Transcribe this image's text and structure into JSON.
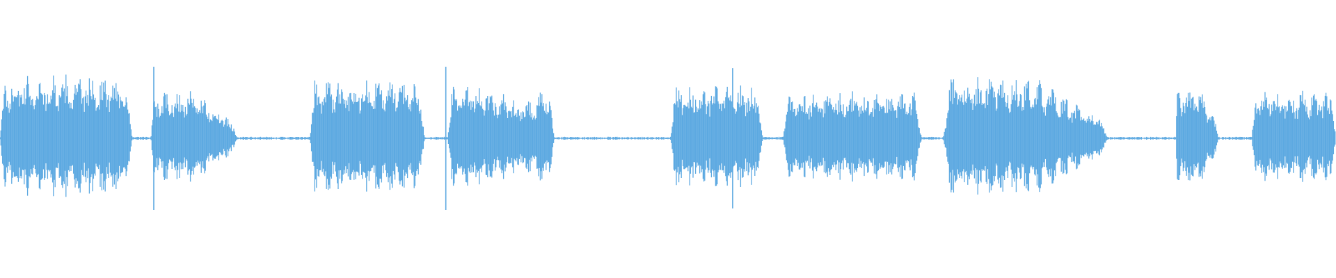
{
  "waveform": {
    "color": "#5DA9E1",
    "background": "#FFFFFF",
    "segments": [
      {
        "start": 0.0,
        "end": 0.099,
        "amp": 0.78,
        "shape": "sustain"
      },
      {
        "start": 0.113,
        "end": 0.178,
        "amp": 0.58,
        "shape": "decay"
      },
      {
        "start": 0.232,
        "end": 0.318,
        "amp": 0.74,
        "shape": "sustain"
      },
      {
        "start": 0.335,
        "end": 0.415,
        "amp": 0.7,
        "shape": "swell-decay"
      },
      {
        "start": 0.502,
        "end": 0.571,
        "amp": 0.66,
        "shape": "sustain"
      },
      {
        "start": 0.586,
        "end": 0.69,
        "amp": 0.58,
        "shape": "sustain"
      },
      {
        "start": 0.706,
        "end": 0.83,
        "amp": 0.76,
        "shape": "decay"
      },
      {
        "start": 0.88,
        "end": 0.912,
        "amp": 0.62,
        "shape": "decay"
      },
      {
        "start": 0.937,
        "end": 1.0,
        "amp": 0.58,
        "shape": "sustain"
      }
    ],
    "spikes": [
      {
        "x": 0.1151,
        "amp": 1.0
      },
      {
        "x": 0.3337,
        "amp": 1.0
      },
      {
        "x": 0.5484,
        "amp": 0.98
      }
    ]
  }
}
